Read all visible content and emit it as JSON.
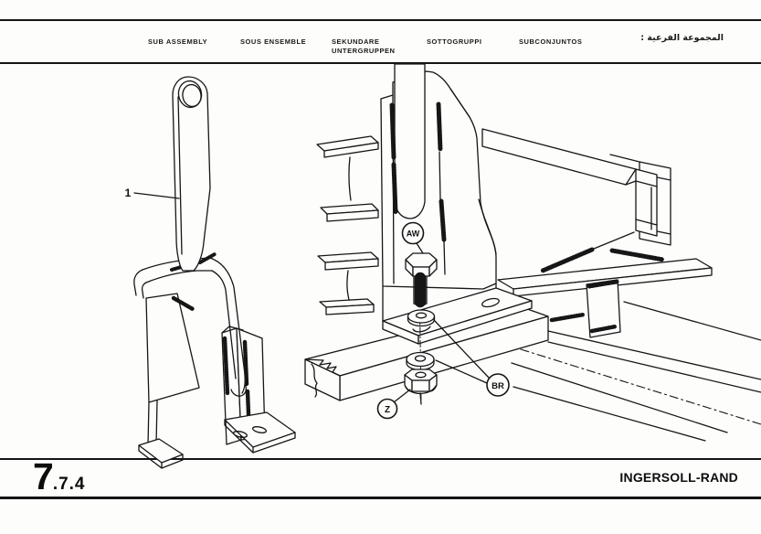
{
  "header": {
    "labels": [
      {
        "text": "SUB ASSEMBLY"
      },
      {
        "text": "SOUS ENSEMBLE"
      },
      {
        "text": "SEKUNDARE",
        "text2": "UNTERGRUPPEN"
      },
      {
        "text": "SOTTOGRUPPI"
      },
      {
        "text": "SUBCONJUNTOS"
      },
      {
        "text": "المجموعة الفرعية :"
      }
    ]
  },
  "diagram": {
    "callouts": {
      "item": "1",
      "bolt": "AW",
      "washer": "BR",
      "nut": "Z"
    }
  },
  "footer": {
    "section_major": "7",
    "section_rest": ".7.4",
    "brand": "INGERSOLL-RAND"
  },
  "colors": {
    "ink": "#161616",
    "paper": "#fdfdfc"
  }
}
